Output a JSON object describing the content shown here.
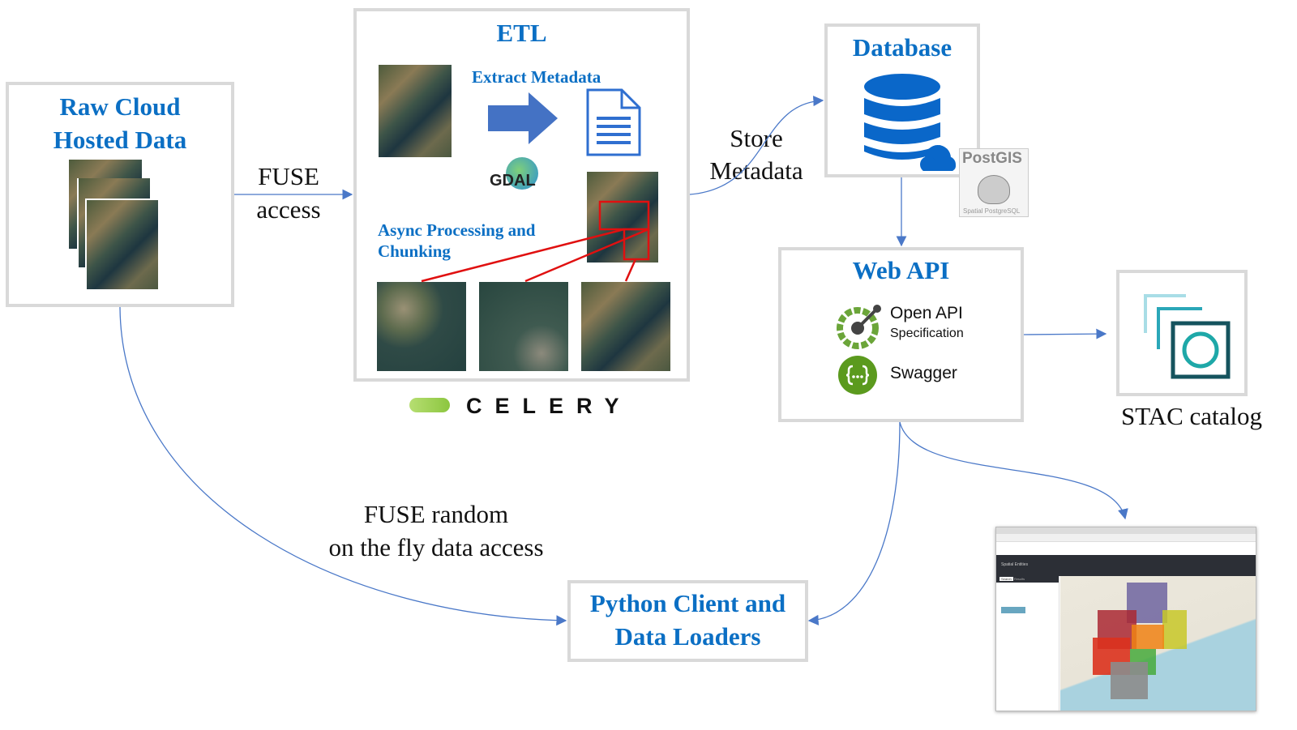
{
  "raw": {
    "title_line1": "Raw Cloud",
    "title_line2": "Hosted Data"
  },
  "etl": {
    "title": "ETL",
    "extract": "Extract Metadata",
    "gdal": "GDAL",
    "async_line1": "Async Processing and",
    "async_line2": "Chunking"
  },
  "celery": {
    "label": "CELERY"
  },
  "database": {
    "title": "Database",
    "postgis": "PostGIS",
    "postgis_sub": "Spatial PostgreSQL"
  },
  "webapi": {
    "title": "Web API",
    "openapi_line1": "Open API",
    "openapi_line2": "Specification",
    "swagger": "Swagger"
  },
  "stac": {
    "label": "STAC catalog"
  },
  "python": {
    "title_line1": "Python Client and",
    "title_line2": "Data Loaders"
  },
  "edges": {
    "fuse_line1": "FUSE",
    "fuse_line2": "access",
    "store_line1": "Store",
    "store_line2": "Metadata",
    "random_line1": "FUSE random",
    "random_line2": "on the fly data access"
  },
  "screenshot": {
    "app_title": "Spatial Entities",
    "tab_search": "Search",
    "tab_results": "Results"
  },
  "colors": {
    "title_blue": "#0b6fc4",
    "arrow": "#4a78c8",
    "border": "#d9d9d9",
    "red": "#e01010",
    "celery_green": "#8cc63f"
  }
}
